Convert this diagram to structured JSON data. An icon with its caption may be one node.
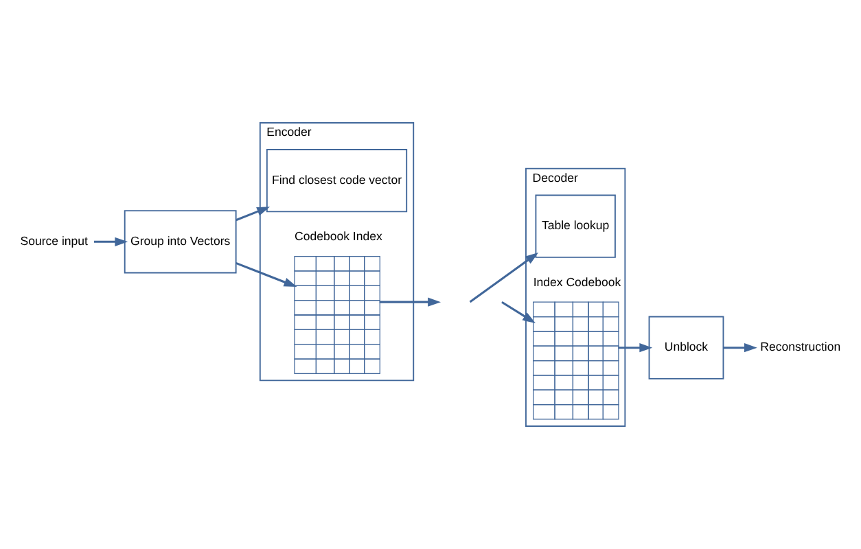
{
  "diagram": {
    "nodes": [
      {
        "text": [
          "Source input"
        ]
      },
      {
        "text": [
          "Group into Vectors"
        ]
      },
      {
        "text": [
          "Encoder"
        ]
      },
      {
        "text": [
          "Find closest code vector"
        ],
        "in": 2
      },
      {
        "text": [
          "Codebook Index"
        ],
        "in": 2
      },
      {
        "text": [
          "Decoder"
        ]
      },
      {
        "text": [
          "Table lookup"
        ],
        "in": 5
      },
      {
        "text": [
          "Index Codebook"
        ],
        "in": 5
      },
      {
        "text": [
          "Unblock"
        ]
      },
      {
        "text": [
          "Reconstruction"
        ]
      }
    ],
    "edges": [
      {
        "from": 0,
        "to": 1,
        "arrow": "to"
      },
      {
        "from": 1,
        "to": 3,
        "arrow": "to"
      },
      {
        "from": 1,
        "to": 4,
        "arrow": "to"
      },
      {
        "from": 4,
        "to": null,
        "arrow": "to"
      },
      {
        "from": null,
        "to": 6,
        "arrow": "to"
      },
      {
        "from": null,
        "to": 7,
        "arrow": "to"
      },
      {
        "from": 7,
        "to": 8,
        "arrow": "to"
      },
      {
        "from": 8,
        "to": 9,
        "arrow": "to"
      }
    ]
  }
}
